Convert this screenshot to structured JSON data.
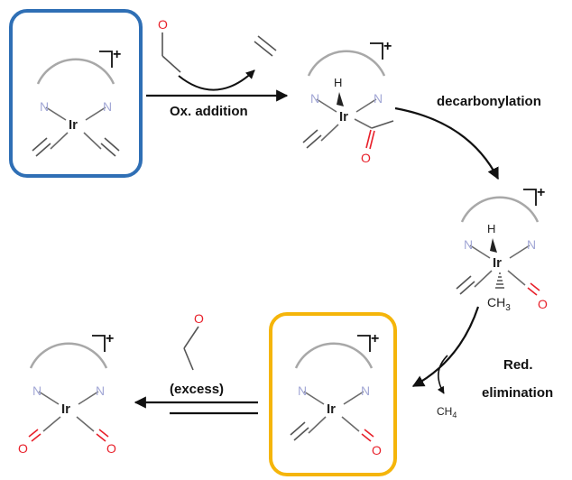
{
  "colors": {
    "nitrogen": "#a3a8d6",
    "oxygen": "#e8212b",
    "iridium": "#222222",
    "ligand_arc": "#a8a8a8",
    "bond": "#6b6b6b",
    "arrow": "#111111",
    "start_box": "#2f6fb5",
    "intermediate_box": "#f5b50a"
  },
  "atoms": {
    "iridium": "Ir",
    "nitrogen": "N",
    "oxygen": "O",
    "hydrogen": "H",
    "charge": "+"
  },
  "groups": {
    "methyl": "CH",
    "methyl_sub": "3",
    "methane": "CH",
    "methane_sub": "4"
  },
  "steps": {
    "ox_addition": "Ox. addition",
    "decarbonylation": "decarbonylation",
    "red_elimination_1": "Red.",
    "red_elimination_2": "elimination",
    "excess": "(excess)"
  }
}
